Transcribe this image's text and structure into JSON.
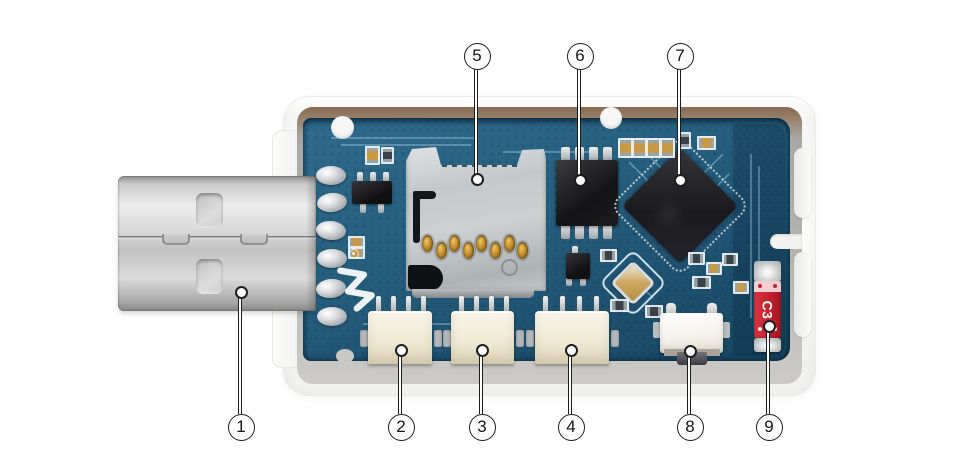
{
  "figure": {
    "kind": "annotated hardware product photo",
    "device": "USB dongle with exposed PCB in a white enclosure",
    "background": "#ffffff"
  },
  "callouts": [
    {
      "label": "1",
      "target": "usb-type-a-plug"
    },
    {
      "label": "2",
      "target": "jst-connector-1"
    },
    {
      "label": "3",
      "target": "jst-connector-2"
    },
    {
      "label": "4",
      "target": "jst-connector-3"
    },
    {
      "label": "5",
      "target": "microsd-card-slot"
    },
    {
      "label": "6",
      "target": "sop8-chip"
    },
    {
      "label": "7",
      "target": "main-ic"
    },
    {
      "label": "8",
      "target": "push-button"
    },
    {
      "label": "9",
      "target": "red-component"
    }
  ],
  "pcb": {
    "antenna_label": "C3",
    "logo_icon": "waveshare-wave-logo"
  },
  "colors": {
    "enclosure": "#f7f7f5",
    "pcb_teal": "#245c7c",
    "usb_metal": "#cfcfcf",
    "chip_black": "#1b1b1f",
    "connector_cream": "#f1ead6",
    "component_red": "#c6232d",
    "callout_ink": "#1d1d1d",
    "gold_contact": "#c18c2a"
  }
}
